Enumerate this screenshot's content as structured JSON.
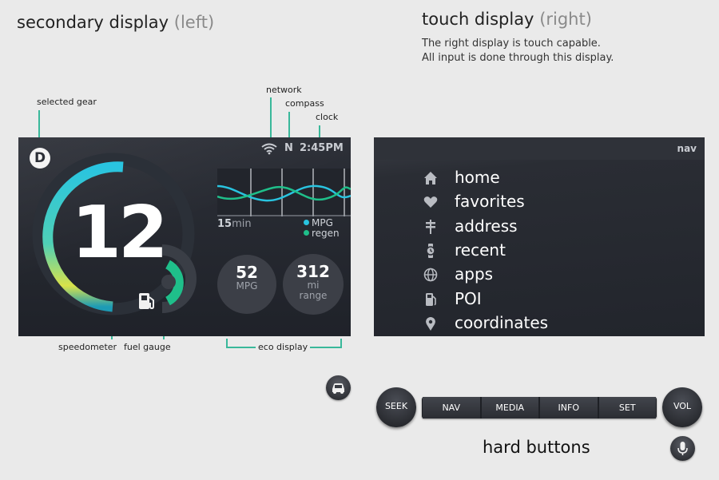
{
  "left_section": {
    "title": "secondary display",
    "title_suffix": "(left)"
  },
  "right_section": {
    "title": "touch display",
    "title_suffix": "(right)",
    "description_line1": "The right display is touch capable.",
    "description_line2": "All input is done through this display."
  },
  "callouts": {
    "selected_gear": "selected gear",
    "network": "network",
    "compass": "compass",
    "clock": "clock",
    "speedometer": "speedometer",
    "fuel_gauge": "fuel gauge",
    "eco_display": "eco display",
    "hard_buttons": "hard buttons"
  },
  "secondary_display": {
    "gear": "D",
    "compass": "N",
    "time": "2:45PM",
    "speed": "12",
    "eco_chart": {
      "duration_value": "15",
      "duration_unit": "min",
      "legend_mpg": "MPG",
      "legend_regen": "regen",
      "mpg_color": "#29c4e0",
      "regen_color": "#1fbf8a"
    },
    "mpg_circle": {
      "value": "52",
      "label": "MPG"
    },
    "range_circle": {
      "value": "312",
      "label_line1": "mi",
      "label_line2": "range"
    },
    "speed_gauge_colors": [
      "#29c4e0",
      "#d9e24a"
    ],
    "fuel_gauge_color": "#1fbf8a"
  },
  "touch_display": {
    "header_label": "nav",
    "menu": [
      {
        "icon": "home-icon",
        "label": "home"
      },
      {
        "icon": "heart-icon",
        "label": "favorites"
      },
      {
        "icon": "signpost-icon",
        "label": "address"
      },
      {
        "icon": "watch-icon",
        "label": "recent"
      },
      {
        "icon": "globe-icon",
        "label": "apps"
      },
      {
        "icon": "fuel-pump-icon",
        "label": "POI"
      },
      {
        "icon": "map-pin-icon",
        "label": "coordinates"
      }
    ]
  },
  "hard_buttons": {
    "seek": "SEEK",
    "vol": "VOL",
    "bar": [
      "NAV",
      "MEDIA",
      "INFO",
      "SET"
    ]
  },
  "colors": {
    "accent_line": "#39b89a",
    "screen_bg": "#22252c"
  }
}
